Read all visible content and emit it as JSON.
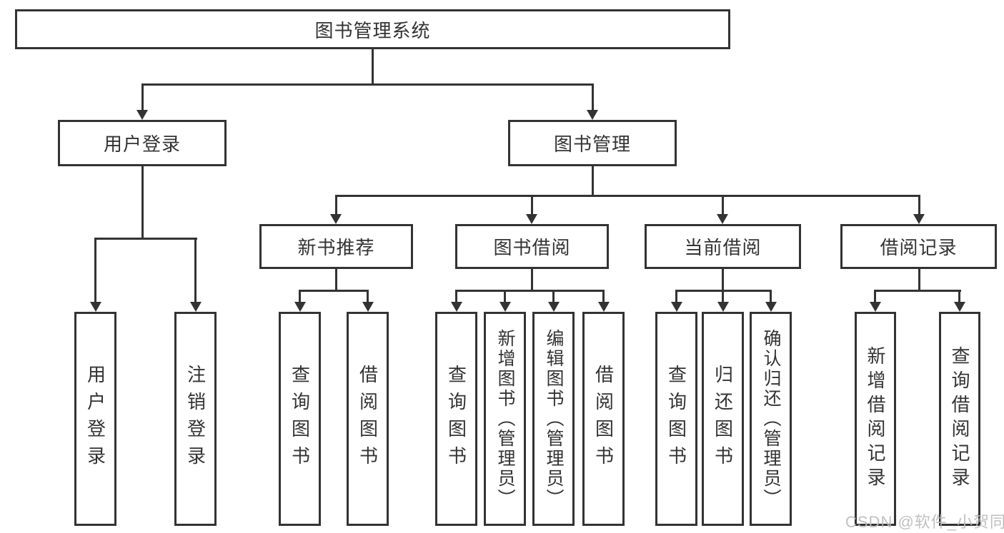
{
  "colors": {
    "line": "#333333",
    "box_background": "#ffffff",
    "text": "#333333",
    "watermark_text": "#bbbbbb"
  },
  "watermark": "CSDN @软件_小贺同学",
  "root": {
    "label": "图书管理系统"
  },
  "branches": [
    {
      "label": "用户登录",
      "children": [
        {
          "label": "用户登录"
        },
        {
          "label": "注销登录"
        }
      ]
    },
    {
      "label": "图书管理",
      "children": [
        {
          "label": "新书推荐",
          "children": [
            {
              "label": "查询图书"
            },
            {
              "label": "借阅图书"
            }
          ]
        },
        {
          "label": "图书借阅",
          "children": [
            {
              "label": "查询图书"
            },
            {
              "label": "新增图书（管理员）"
            },
            {
              "label": "编辑图书（管理员）"
            },
            {
              "label": "借阅图书"
            }
          ]
        },
        {
          "label": "当前借阅",
          "children": [
            {
              "label": "查询图书"
            },
            {
              "label": "归还图书"
            },
            {
              "label": "确认归还（管理员）"
            }
          ]
        },
        {
          "label": "借阅记录",
          "children": [
            {
              "label": "新增借阅记录"
            },
            {
              "label": "查询借阅记录"
            }
          ]
        }
      ]
    }
  ]
}
